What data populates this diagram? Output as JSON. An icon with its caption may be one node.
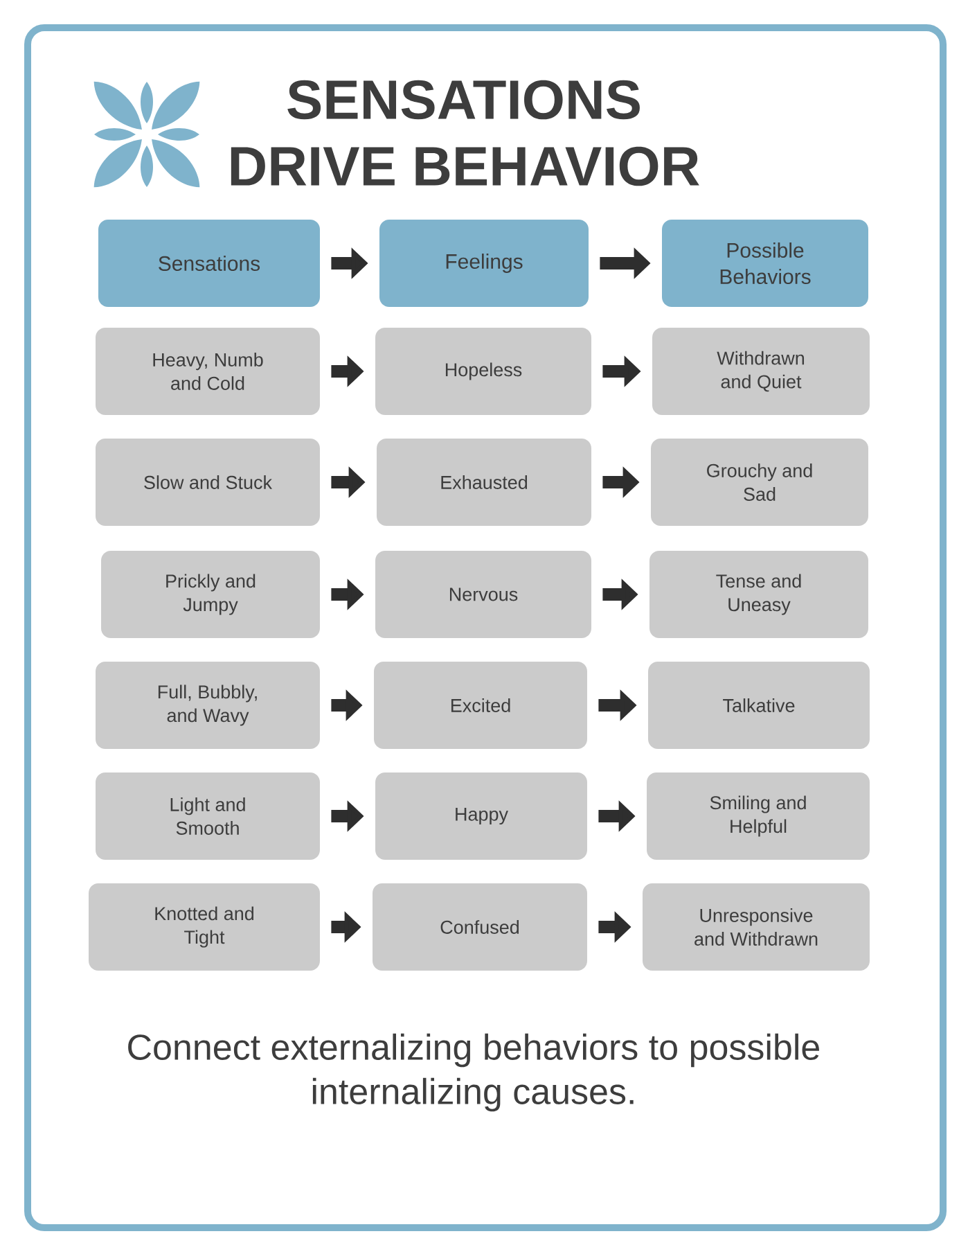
{
  "diagram": {
    "title": "SENSATIONS DRIVE BEHAVIOR",
    "caption": "Connect externalizing behaviors to possible internalizing causes.",
    "nodes": [
      {
        "text": [
          "Sensations"
        ]
      },
      {
        "text": [
          "Feelings"
        ]
      },
      {
        "text": [
          "Possible Behaviors"
        ]
      },
      {
        "text": [
          "Heavy, Numb and Cold"
        ]
      },
      {
        "text": [
          "Hopeless"
        ]
      },
      {
        "text": [
          "Withdrawn and Quiet"
        ]
      },
      {
        "text": [
          "Slow and Stuck"
        ]
      },
      {
        "text": [
          "Exhausted"
        ]
      },
      {
        "text": [
          "Grouchy and Sad"
        ]
      },
      {
        "text": [
          "Prickly and Jumpy"
        ]
      },
      {
        "text": [
          "Nervous"
        ]
      },
      {
        "text": [
          "Tense and Uneasy"
        ]
      },
      {
        "text": [
          "Full, Bubbly, and Wavy"
        ]
      },
      {
        "text": [
          "Excited"
        ]
      },
      {
        "text": [
          "Talkative"
        ]
      },
      {
        "text": [
          "Light and Smooth"
        ]
      },
      {
        "text": [
          "Happy"
        ]
      },
      {
        "text": [
          "Smiling and Helpful"
        ]
      },
      {
        "text": [
          "Knotted and Tight"
        ]
      },
      {
        "text": [
          "Confused"
        ]
      },
      {
        "text": [
          "Unresponsive and Withdrawn"
        ]
      }
    ],
    "edges": [
      {
        "from": 0,
        "to": 1,
        "arrow": "to"
      },
      {
        "from": 1,
        "to": 2,
        "arrow": "to"
      },
      {
        "from": 3,
        "to": 4,
        "arrow": "to"
      },
      {
        "from": 4,
        "to": 5,
        "arrow": "to"
      },
      {
        "from": 6,
        "to": 7,
        "arrow": "to"
      },
      {
        "from": 7,
        "to": 8,
        "arrow": "to"
      },
      {
        "from": 9,
        "to": 10,
        "arrow": "to"
      },
      {
        "from": 10,
        "to": 11,
        "arrow": "to"
      },
      {
        "from": 12,
        "to": 13,
        "arrow": "to"
      },
      {
        "from": 13,
        "to": 14,
        "arrow": "to"
      },
      {
        "from": 15,
        "to": 16,
        "arrow": "to"
      },
      {
        "from": 16,
        "to": 17,
        "arrow": "to"
      },
      {
        "from": 18,
        "to": 19,
        "arrow": "to"
      },
      {
        "from": 19,
        "to": 20,
        "arrow": "to"
      }
    ]
  }
}
